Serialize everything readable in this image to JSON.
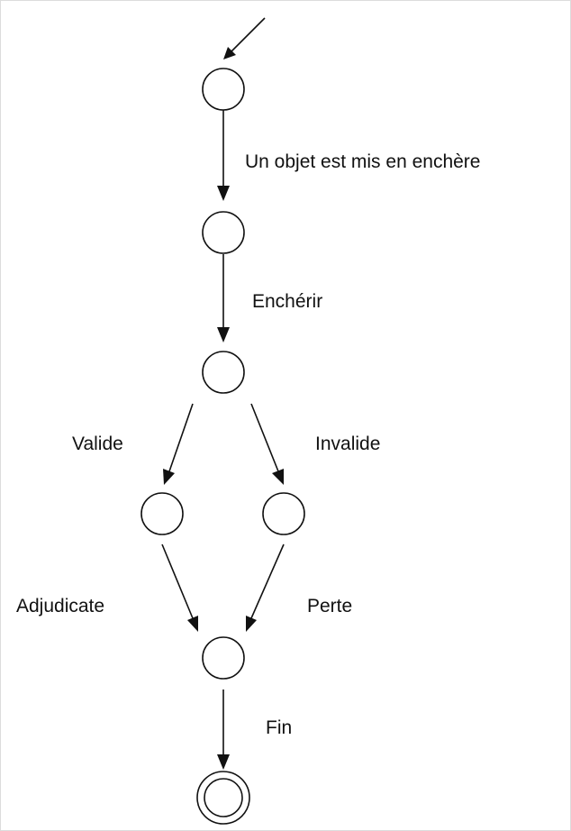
{
  "diagram": {
    "type": "state-machine",
    "states": [
      {
        "id": "s1",
        "kind": "initial"
      },
      {
        "id": "s2",
        "kind": "normal"
      },
      {
        "id": "s3",
        "kind": "normal"
      },
      {
        "id": "s4",
        "kind": "normal"
      },
      {
        "id": "s5",
        "kind": "normal"
      },
      {
        "id": "s6",
        "kind": "normal"
      },
      {
        "id": "s7",
        "kind": "final"
      }
    ],
    "transitions": [
      {
        "from": "start",
        "to": "s1",
        "label": ""
      },
      {
        "from": "s1",
        "to": "s2",
        "label": "Un objet est mis en enchère"
      },
      {
        "from": "s2",
        "to": "s3",
        "label": "Enchérir"
      },
      {
        "from": "s3",
        "to": "s4",
        "label": "Valide"
      },
      {
        "from": "s3",
        "to": "s5",
        "label": "Invalide"
      },
      {
        "from": "s4",
        "to": "s6",
        "label": "Adjudicate"
      },
      {
        "from": "s5",
        "to": "s6",
        "label": "Perte"
      },
      {
        "from": "s6",
        "to": "s7",
        "label": "Fin"
      }
    ],
    "colors": {
      "stroke": "#111111",
      "background": "#ffffff"
    }
  }
}
